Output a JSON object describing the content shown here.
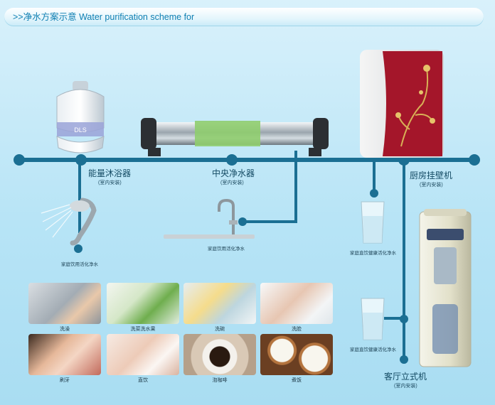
{
  "title": ">>净水方案示意  Water purification scheme for",
  "devices": {
    "shower": {
      "name": "能量沐浴器",
      "sub": "(室内安装)",
      "use": "家庭饮用活化净水"
    },
    "central": {
      "name": "中央净水器",
      "sub": "(室内安装)",
      "use": "家庭饮用活化净水"
    },
    "kitchen": {
      "name": "厨房挂壁机",
      "sub": "(室内安装)",
      "use": "家庭直饮健康活化净水"
    },
    "living": {
      "name": "客厅立式机",
      "sub": "(室内安装)",
      "use": "家庭直饮健康活化净水"
    }
  },
  "photos": [
    {
      "caption": "洗澡"
    },
    {
      "caption": "洗菜洗水果"
    },
    {
      "caption": "洗碗"
    },
    {
      "caption": "洗脸"
    },
    {
      "caption": "刷牙"
    },
    {
      "caption": "直饮"
    },
    {
      "caption": "泡咖啡"
    },
    {
      "caption": "煮饭"
    }
  ],
  "colors": {
    "pipe": "#1b6f93",
    "title": "#0f7fb2"
  }
}
